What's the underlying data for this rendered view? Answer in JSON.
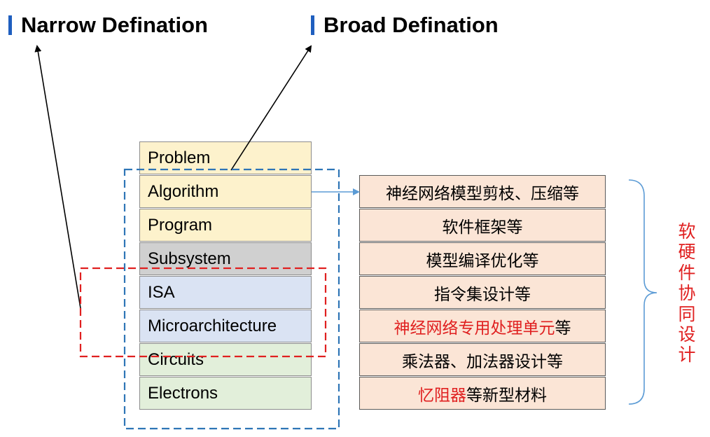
{
  "headings": {
    "narrow": "Narrow Defination",
    "broad": "Broad Defination"
  },
  "layers": [
    {
      "label": "Problem",
      "color": "#fdf2cc"
    },
    {
      "label": "Algorithm",
      "color": "#fdf2cc"
    },
    {
      "label": "Program",
      "color": "#fdf2cc"
    },
    {
      "label": "Subsystem",
      "color": "#d0d0d0"
    },
    {
      "label": "ISA",
      "color": "#dae3f3"
    },
    {
      "label": "Microarchitecture",
      "color": "#dae3f3"
    },
    {
      "label": "Circuits",
      "color": "#e2efda"
    },
    {
      "label": "Electrons",
      "color": "#e2efda"
    }
  ],
  "applications": [
    {
      "prefix": "",
      "highlight": "",
      "suffix": "神经网络模型剪枝、压缩等"
    },
    {
      "prefix": "",
      "highlight": "",
      "suffix": "软件框架等"
    },
    {
      "prefix": "",
      "highlight": "",
      "suffix": "模型编译优化等"
    },
    {
      "prefix": "",
      "highlight": "",
      "suffix": "指令集设计等"
    },
    {
      "prefix": "",
      "highlight": "神经网络专用处理单元",
      "suffix": "等"
    },
    {
      "prefix": "",
      "highlight": "",
      "suffix": "乘法器、加法器设计等"
    },
    {
      "prefix": "",
      "highlight": "忆阻器",
      "suffix": "等新型材料"
    }
  ],
  "codesign_label": [
    "软",
    "硬",
    "件",
    "协",
    "同",
    "设",
    "计"
  ],
  "colors": {
    "accent_blue": "#1f5fbf",
    "dash_blue": "#2e75b6",
    "dash_red": "#e02020",
    "arrow_blue": "#5b9bd5",
    "app_fill": "#fbe5d6"
  }
}
